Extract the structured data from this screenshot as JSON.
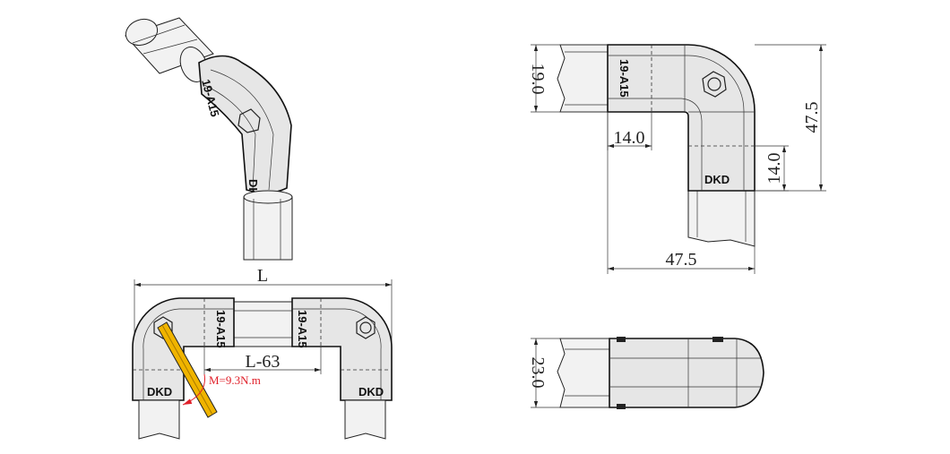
{
  "drawing": {
    "part_code": "19-A15",
    "brand": "DKD",
    "top_view": {
      "pipe_height": "19.0",
      "overall_height": "47.5",
      "insert_depth_h": "14.0",
      "insert_depth_v": "14.0",
      "overall_width": "47.5"
    },
    "side_view": {
      "thickness": "23.0"
    },
    "assembly_view": {
      "length": "L",
      "inner_length": "L-63",
      "torque": "M=9.3N.m"
    },
    "colors": {
      "wrench": "#f0b400",
      "torque_text": "#e0202a",
      "body_fill": "#e6e6e6"
    }
  }
}
